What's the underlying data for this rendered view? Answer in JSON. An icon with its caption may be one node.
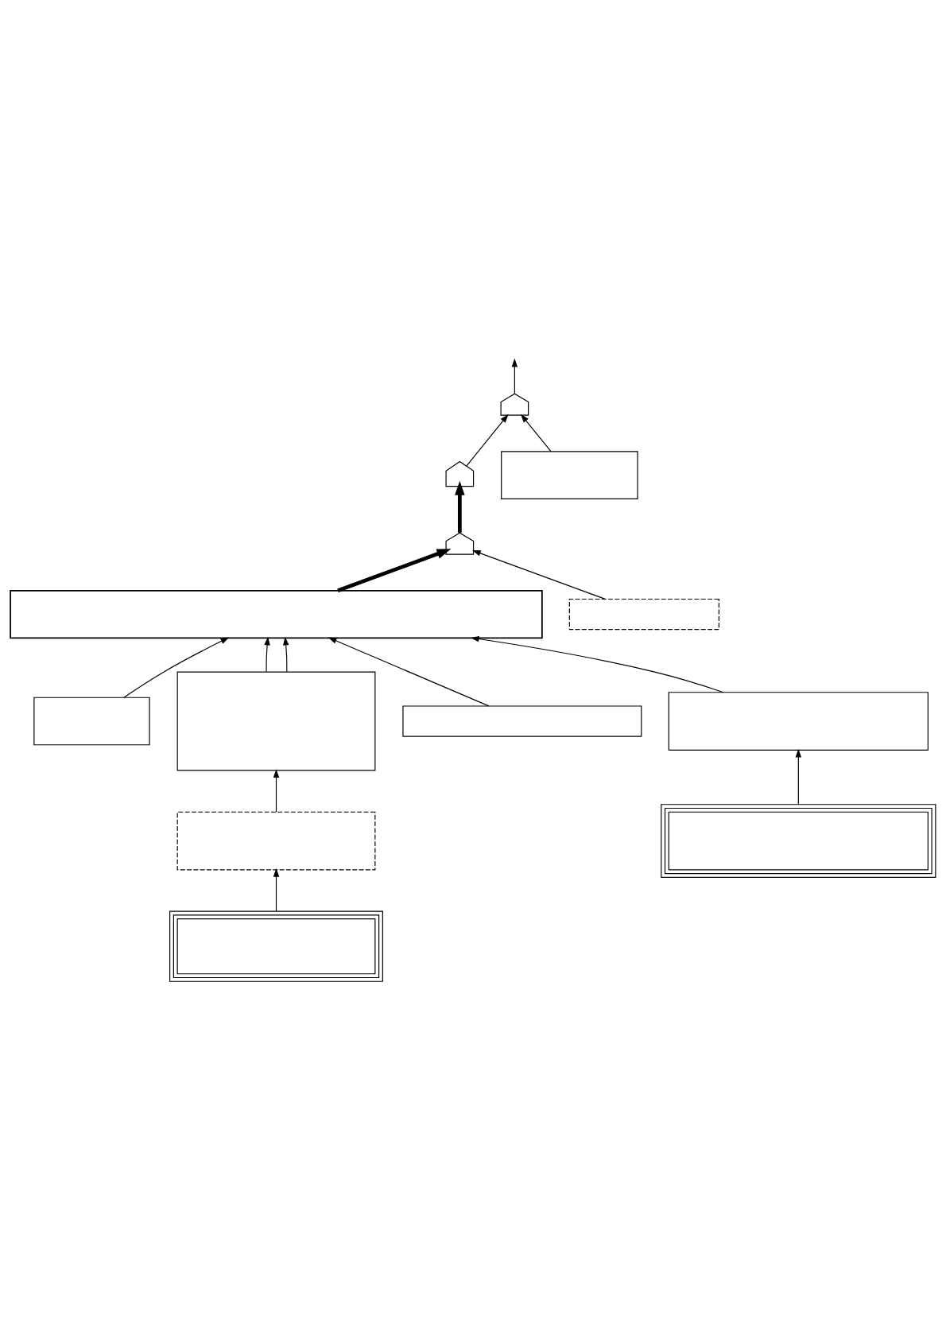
{
  "diagram": {
    "nodes": [
      {
        "text": [],
        "shape": "gate"
      },
      {
        "text": [],
        "shape": "gate"
      },
      {
        "text": [],
        "shape": "gate"
      },
      {
        "text": [],
        "shape": "box"
      },
      {
        "text": [],
        "shape": "bar"
      },
      {
        "text": [],
        "shape": "box"
      },
      {
        "text": [],
        "shape": "box"
      },
      {
        "text": [],
        "shape": "box"
      },
      {
        "text": [],
        "shape": "box"
      },
      {
        "text": [],
        "shape": "box"
      },
      {
        "text": [],
        "shape": "box"
      },
      {
        "text": [],
        "shape": "box"
      },
      {
        "text": [],
        "shape": "box"
      }
    ],
    "edges": [
      {
        "from": 1,
        "to": 0,
        "arrow": "to"
      },
      {
        "from": 3,
        "to": 0,
        "arrow": "to"
      },
      {
        "from": 0,
        "to": null,
        "arrow": "to"
      },
      {
        "from": 2,
        "to": 1,
        "arrow": "to",
        "style": "thick"
      },
      {
        "from": 4,
        "to": 2,
        "arrow": "to",
        "style": "thick"
      },
      {
        "from": 5,
        "to": 2,
        "arrow": "to"
      },
      {
        "from": 6,
        "to": 4,
        "arrow": "to"
      },
      {
        "from": 7,
        "to": 4,
        "arrow": "to"
      },
      {
        "from": 7,
        "to": 4,
        "arrow": "to"
      },
      {
        "from": 8,
        "to": 7,
        "arrow": "to"
      },
      {
        "from": 9,
        "to": 8,
        "arrow": "to"
      },
      {
        "from": 10,
        "to": 4,
        "arrow": "to"
      },
      {
        "from": 11,
        "to": 4,
        "arrow": "to"
      },
      {
        "from": 12,
        "to": 11,
        "arrow": "to"
      }
    ]
  }
}
